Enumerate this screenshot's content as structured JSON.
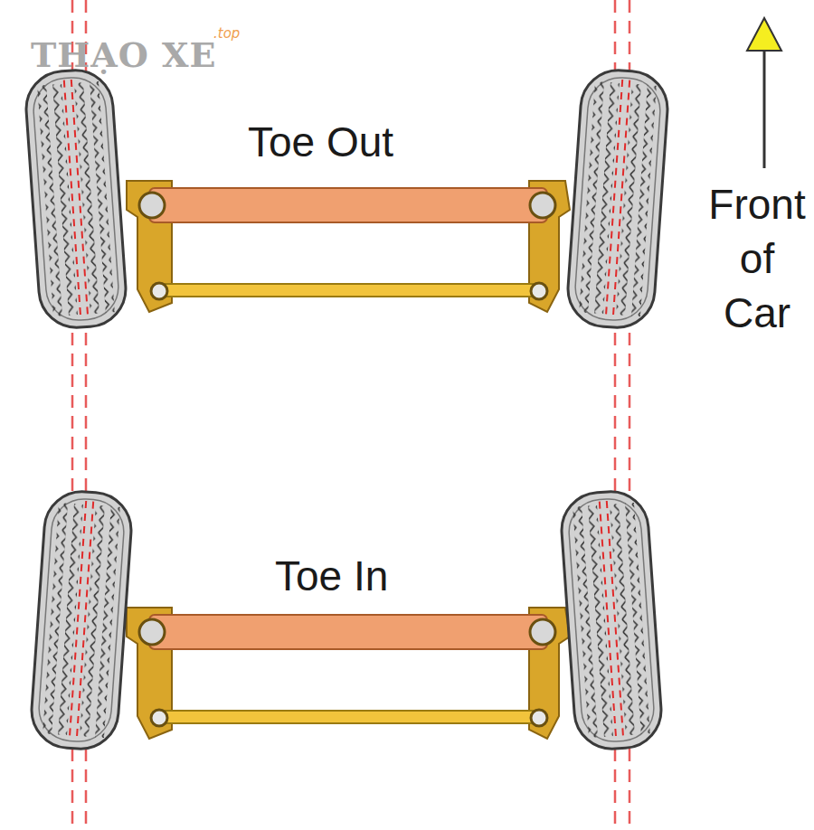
{
  "diagram": {
    "labels": [
      "THẠO XE",
      ".top",
      "Toe Out",
      "Toe In",
      "Front of Car"
    ]
  }
}
